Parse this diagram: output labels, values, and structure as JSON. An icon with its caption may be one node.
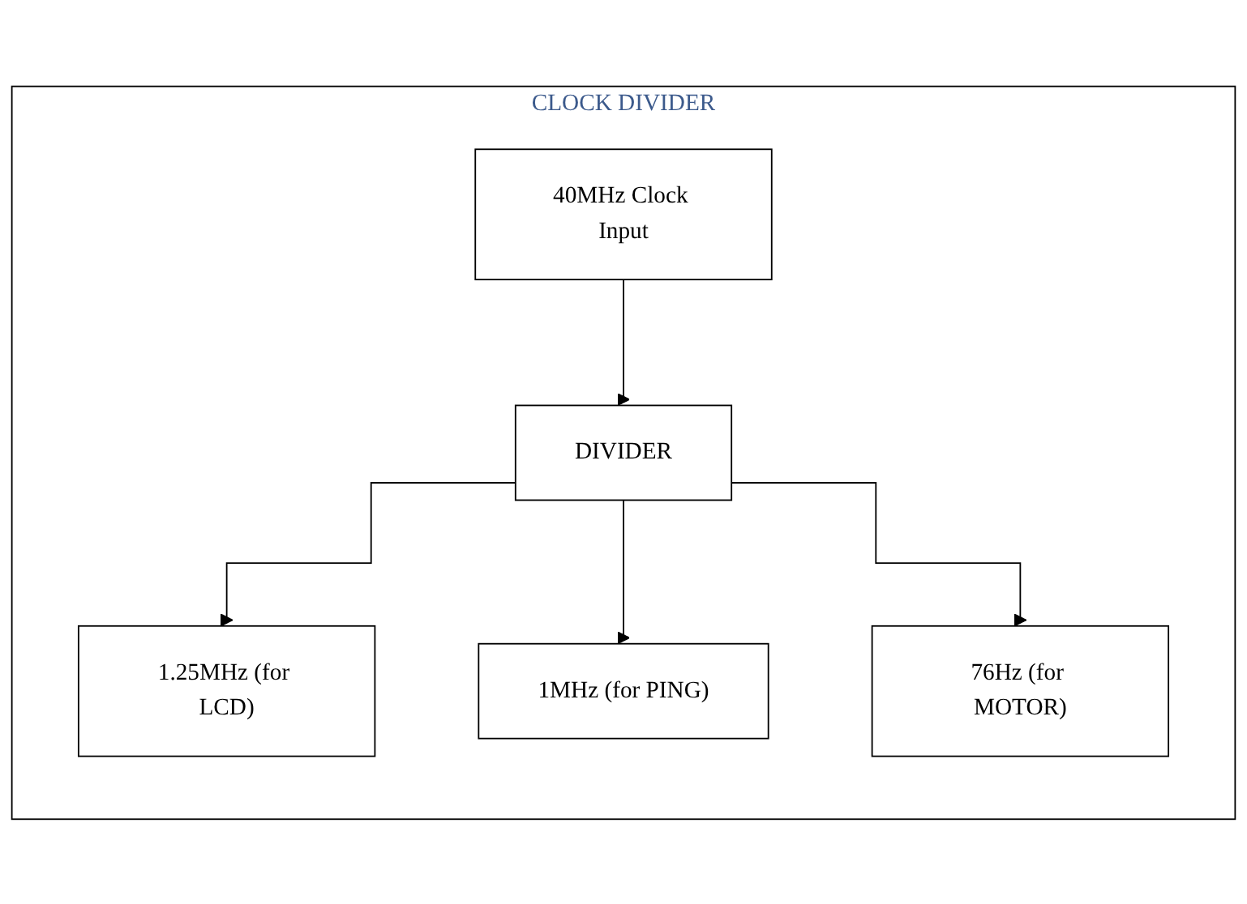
{
  "diagram": {
    "nodes": [
      {
        "text": [
          "CLOCK DIVIDER"
        ]
      },
      {
        "text": [
          "40MHz Clock Input"
        ],
        "in": 0
      },
      {
        "text": [
          "DIVIDER"
        ],
        "in": 0
      },
      {
        "text": [
          "1.25MHz (for LCD)"
        ],
        "in": 0
      },
      {
        "text": [
          "1MHz (for PING)"
        ],
        "in": 0
      },
      {
        "text": [
          "76Hz (for MOTOR)"
        ],
        "in": 0
      }
    ],
    "edges": [
      {
        "from": 1,
        "to": 2,
        "arrow": "to"
      },
      {
        "from": 2,
        "to": 3,
        "arrow": "to"
      },
      {
        "from": 2,
        "to": 4,
        "arrow": "to"
      },
      {
        "from": 2,
        "to": 5,
        "arrow": "to"
      }
    ]
  }
}
